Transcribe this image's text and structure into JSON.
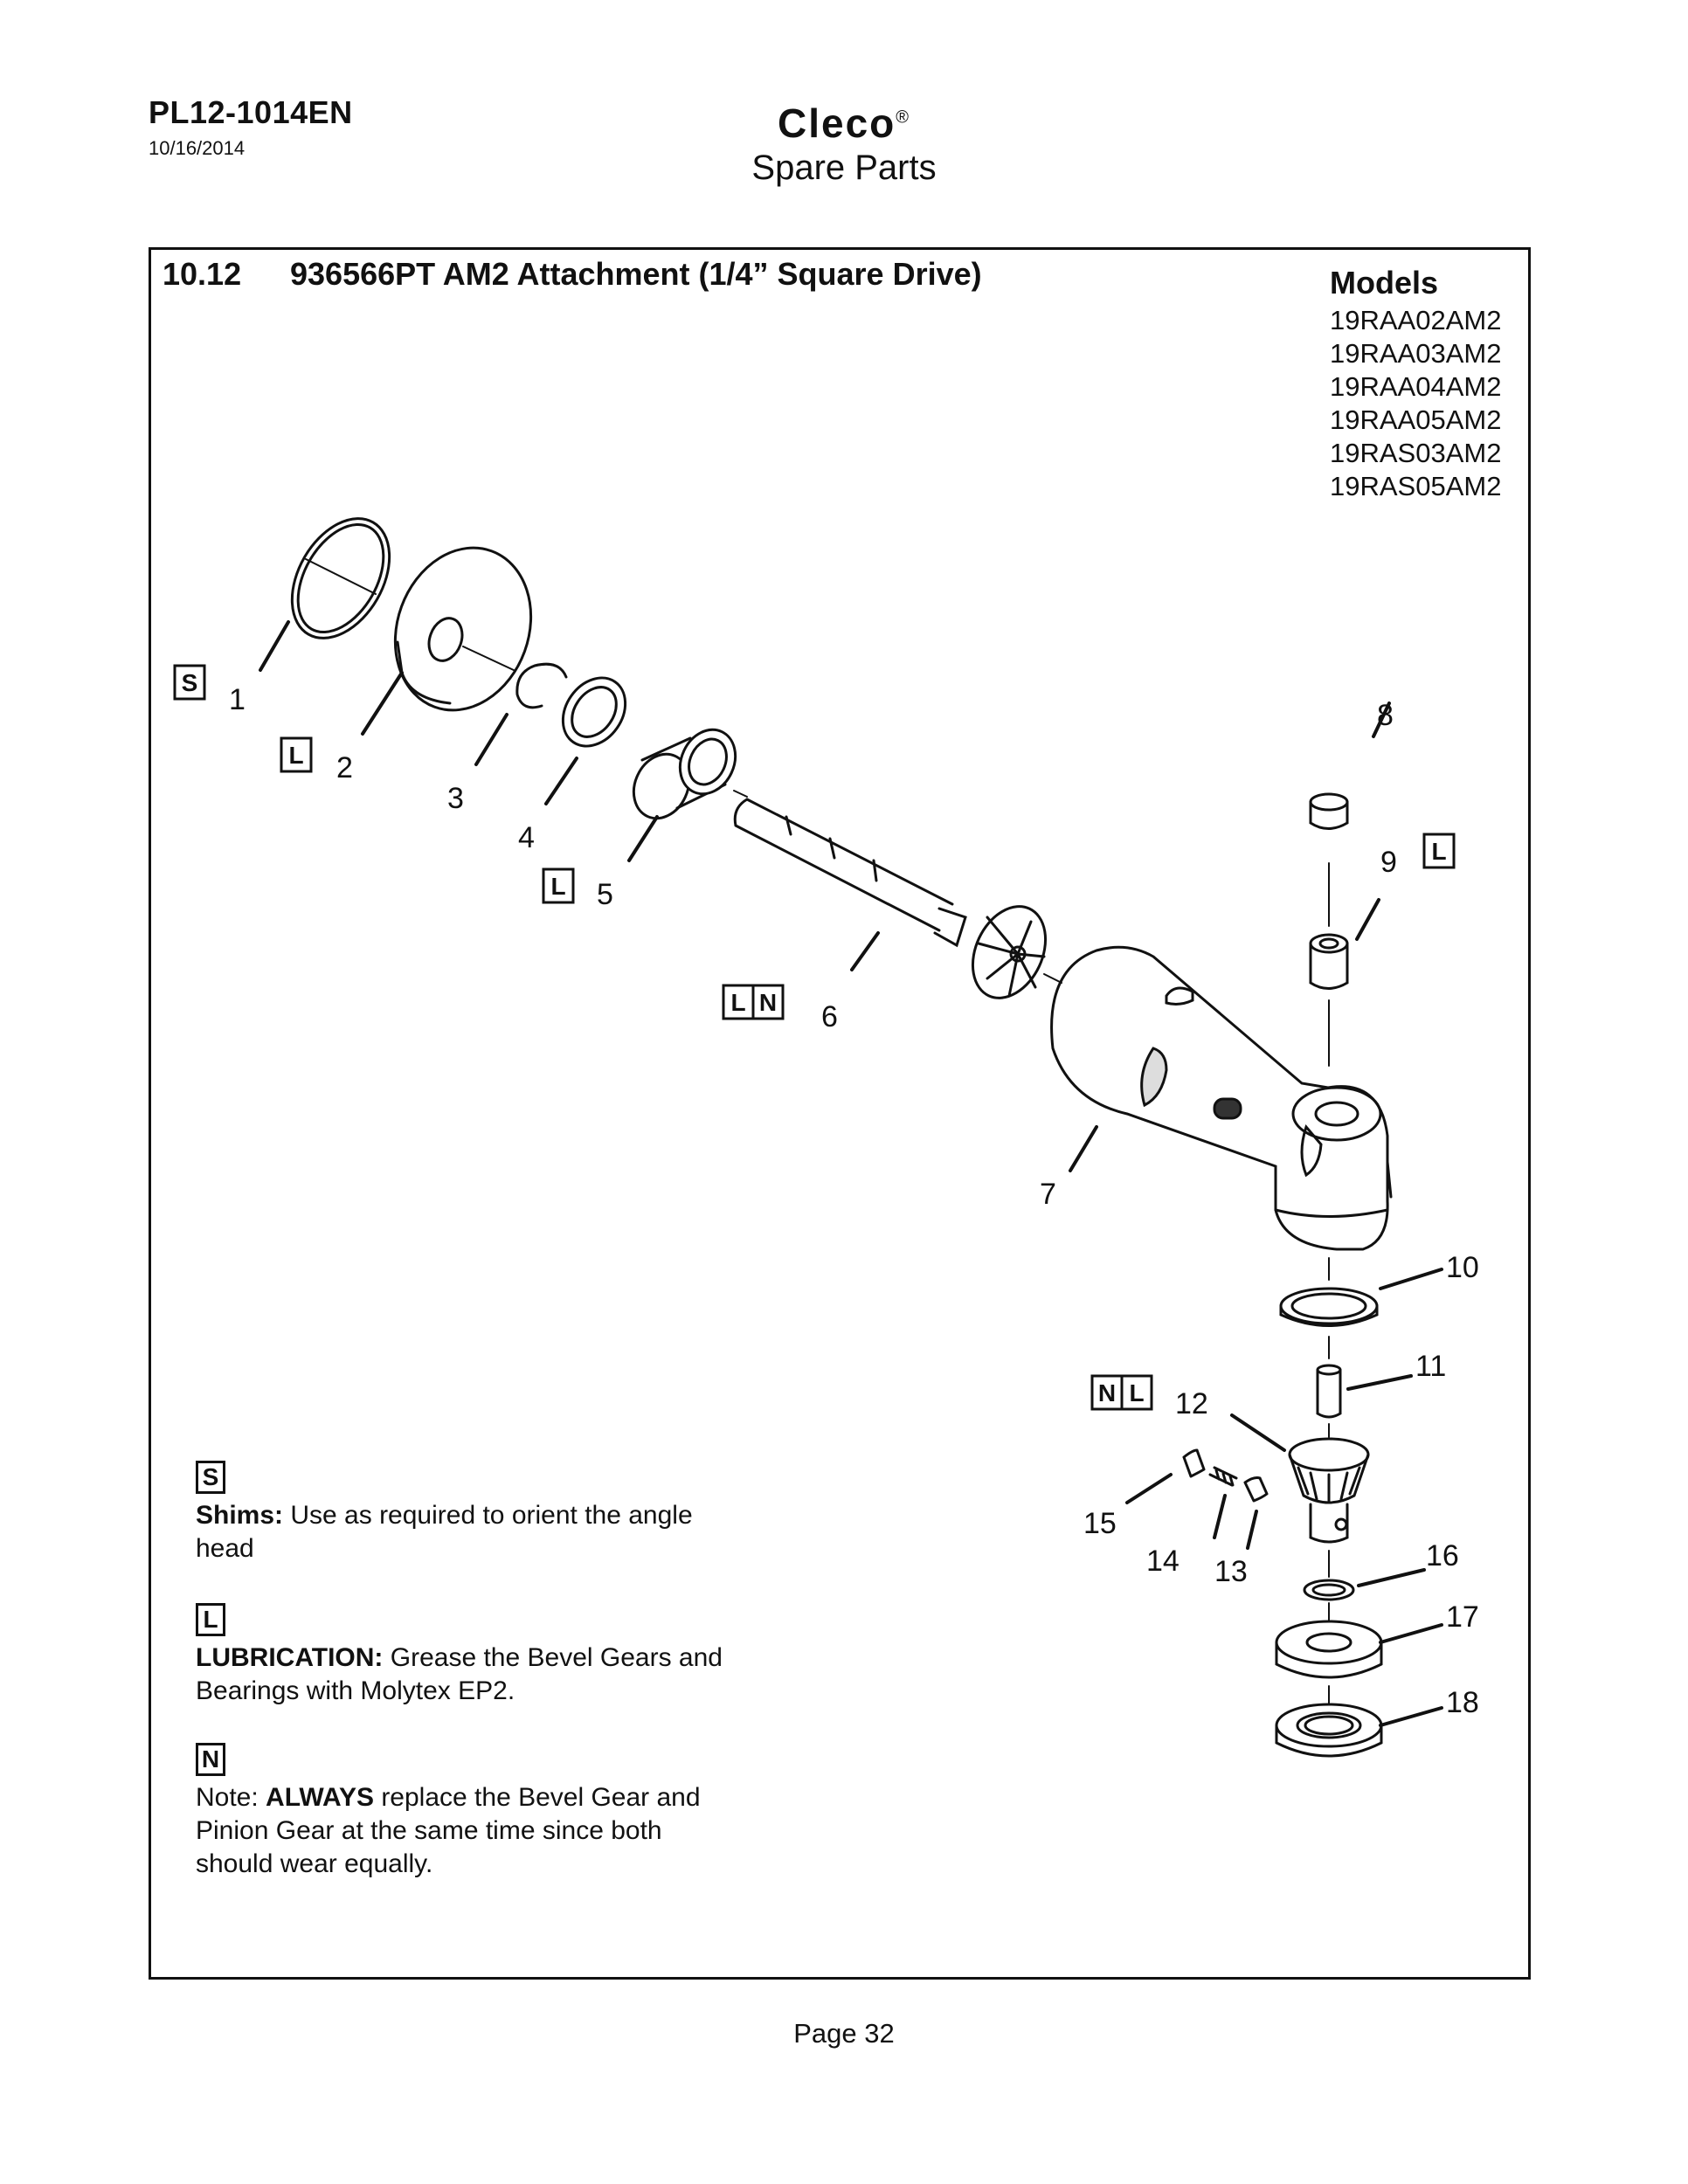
{
  "header": {
    "doc_id": "PL12-1014EN",
    "date": "10/16/2014",
    "brand": "Cleco",
    "brand_mark": "®",
    "subtitle": "Spare Parts"
  },
  "section": {
    "number": "10.12",
    "title": "936566PT AM2 Attachment (1/4” Square Drive)"
  },
  "models": {
    "heading": "Models",
    "items": [
      "19RAA02AM2",
      "19RAA03AM2",
      "19RAA04AM2",
      "19RAA05AM2",
      "19RAS03AM2",
      "19RAS05AM2"
    ]
  },
  "callouts": [
    "1",
    "2",
    "3",
    "4",
    "5",
    "6",
    "7",
    "8",
    "9",
    "10",
    "11",
    "12",
    "13",
    "14",
    "15",
    "16",
    "17",
    "18"
  ],
  "keys": {
    "S": "S",
    "L": "L",
    "N": "N"
  },
  "notes": {
    "shims": {
      "key": "S",
      "bold": "Shims:",
      "text": " Use as required to orient the angle head"
    },
    "lube": {
      "key": "L",
      "bold": "LUBRICATION:",
      "text": " Grease the Bevel Gears and Bearings with Molytex EP2."
    },
    "note": {
      "key": "N",
      "prefix": "Note: ",
      "bold": "ALWAYS",
      "text": " replace the Bevel Gear and Pinion Gear at the same time since both should wear equally."
    }
  },
  "footer": {
    "page": "Page 32"
  }
}
